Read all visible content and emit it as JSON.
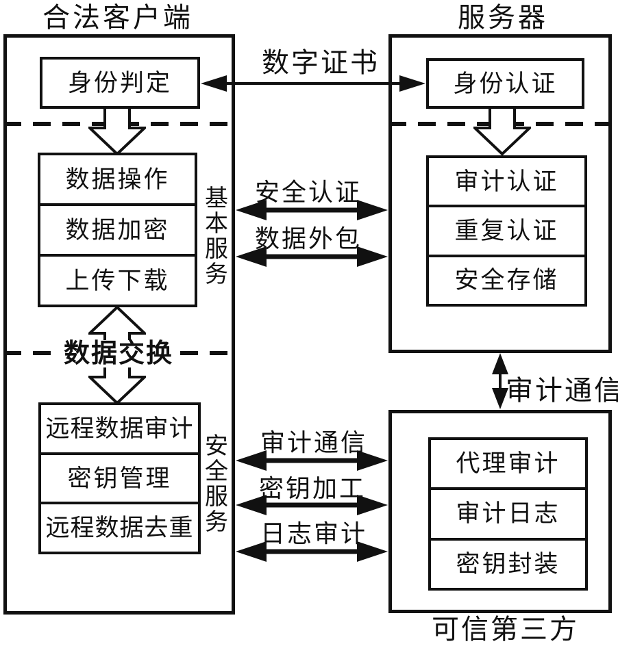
{
  "diagram": {
    "client": {
      "title": "合法客户端",
      "identity_box": "身份判定",
      "basic_services_label": "基本服务",
      "basic_services": [
        "数据操作",
        "数据加密",
        "上传下载"
      ],
      "data_exchange_label": "数据交换",
      "security_services_label": "安全服务",
      "security_services": [
        "远程数据审计",
        "密钥管理",
        "远程数据去重"
      ]
    },
    "server": {
      "title": "服务器",
      "identity_box": "身份认证",
      "services": [
        "审计认证",
        "重复认证",
        "安全存储"
      ]
    },
    "third_party": {
      "title": "可信第三方",
      "services": [
        "代理审计",
        "审计日志",
        "密钥封装"
      ]
    },
    "connections": {
      "digital_certificate": "数字证书",
      "secure_auth": "安全认证",
      "data_outsourcing": "数据外包",
      "audit_comm_left": "审计通信",
      "key_processing": "密钥加工",
      "log_audit": "日志审计",
      "audit_comm_right": "审计通信"
    },
    "colors": {
      "line": "#111111",
      "background": "#ffffff"
    }
  }
}
